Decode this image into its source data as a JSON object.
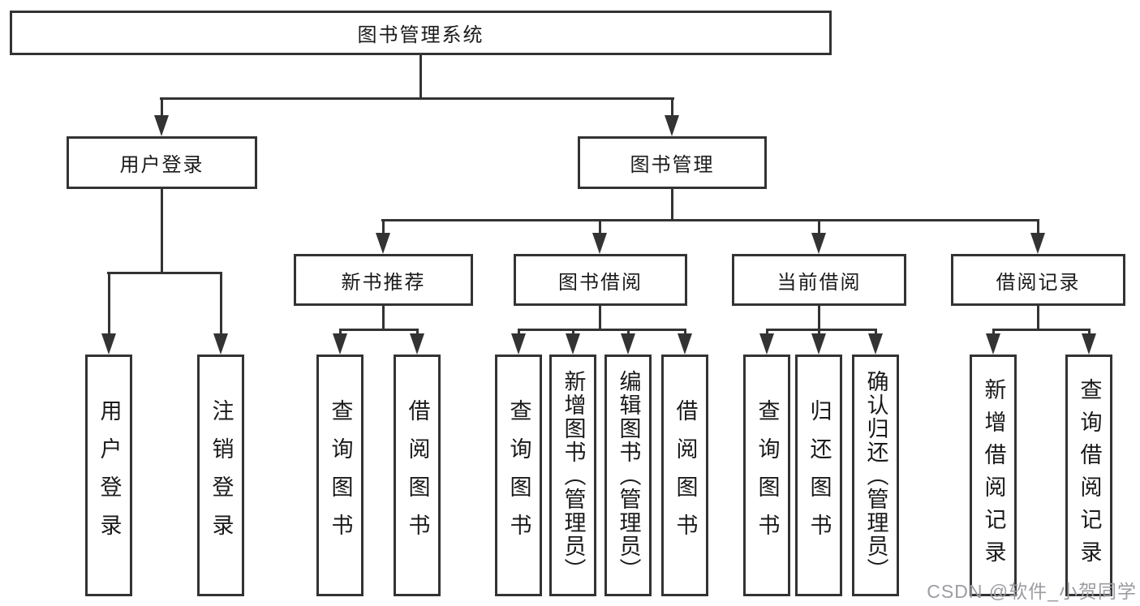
{
  "diagram": {
    "root": {
      "label": "图书管理系统"
    },
    "level2": [
      {
        "label": "用户登录"
      },
      {
        "label": "图书管理"
      }
    ],
    "level3": [
      {
        "label": "新书推荐"
      },
      {
        "label": "图书借阅"
      },
      {
        "label": "当前借阅"
      },
      {
        "label": "借阅记录"
      }
    ],
    "leaves": {
      "login": [
        "用户登录",
        "注销登录"
      ],
      "recommend": [
        "查询图书",
        "借阅图书"
      ],
      "borrow": [
        "查询图书",
        "新增图书（管理员）",
        "编辑图书（管理员）",
        "借阅图书"
      ],
      "current": [
        "查询图书",
        "归还图书",
        "确认归还（管理员）"
      ],
      "records": [
        "新增借阅记录",
        "查询借阅记录"
      ]
    },
    "watermark": "CSDN @软件_小贺同学",
    "colors": {
      "line": "#333333",
      "text": "#1a1a1a",
      "watermark": "#9c9ca2",
      "background": "#ffffff"
    }
  }
}
